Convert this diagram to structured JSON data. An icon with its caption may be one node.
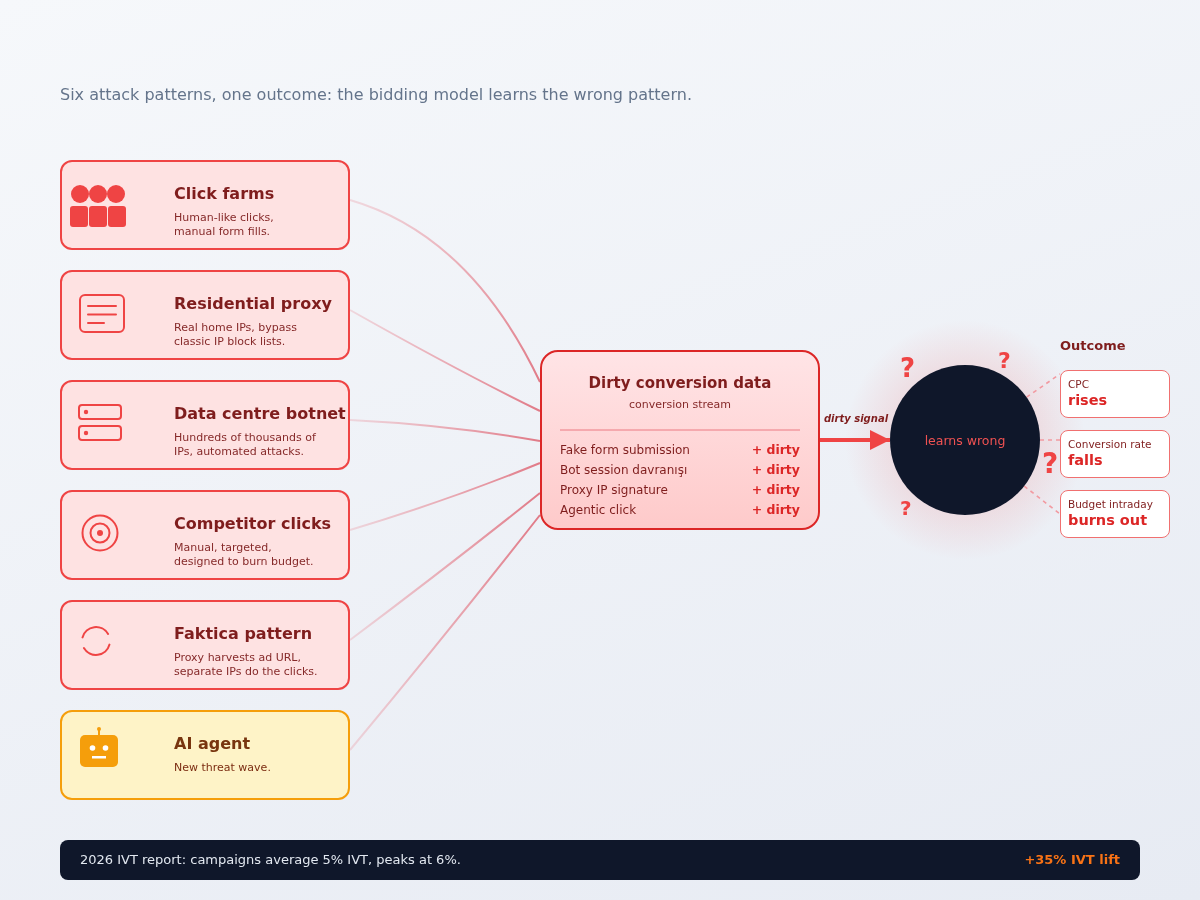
{
  "diagram": {
    "nodes": [
      {
        "text": [
          "Click farms",
          "Human-like clicks, manual form fills."
        ]
      },
      {
        "text": [
          "Residential proxy",
          "Real home IPs, bypass classic IP block lists."
        ]
      },
      {
        "text": [
          "Data centre botnet",
          "Hundreds of thousands of IPs, automated attacks."
        ]
      },
      {
        "text": [
          "Competitor clicks",
          "Manual, targeted, designed to burn budget."
        ]
      },
      {
        "text": [
          "Faktica pattern",
          "Proxy harvests ad URL, separate IPs do the clicks."
        ]
      },
      {
        "text": [
          "AI agent",
          "New threat wave."
        ]
      },
      {
        "text": [
          "Dirty conversion data",
          "conversion stream",
          "Fake form submission",
          "+ dirty",
          "Bot session davranışı",
          "+ dirty",
          "Proxy IP signature",
          "+ dirty",
          "Agentic click",
          "+ dirty"
        ]
      },
      {
        "text": [
          "learns wrong"
        ]
      },
      {
        "text": [
          "CPC",
          "rises"
        ]
      },
      {
        "text": [
          "Conversion rate",
          "falls"
        ]
      },
      {
        "text": [
          "Budget intraday",
          "burns out"
        ]
      },
      {
        "text": [
          "2026 IVT report: campaigns average 5% IVT, peaks at 6%.",
          "+35% IVT lift"
        ]
      }
    ],
    "edges": [
      {
        "from": 0,
        "to": 6,
        "arrow": "none"
      },
      {
        "from": 1,
        "to": 6,
        "arrow": "none"
      },
      {
        "from": 2,
        "to": 6,
        "arrow": "none"
      },
      {
        "from": 3,
        "to": 6,
        "arrow": "none"
      },
      {
        "from": 4,
        "to": 6,
        "arrow": "none"
      },
      {
        "from": 5,
        "to": 6,
        "arrow": "none"
      },
      {
        "from": 6,
        "to": 7,
        "arrow": "to",
        "label": "dirty signal",
        "style": "thick",
        "color": "#ef4444"
      },
      {
        "from": 7,
        "to": 8,
        "arrow": "none",
        "style": "dashed"
      },
      {
        "from": 7,
        "to": 9,
        "arrow": "none",
        "style": "dashed"
      },
      {
        "from": 7,
        "to": 10,
        "arrow": "none",
        "style": "dashed"
      }
    ],
    "labels": [
      "Six attack patterns, one outcome: the bidding model learns the wrong pattern.",
      "Outcome",
      "?",
      "?",
      "?",
      "?"
    ]
  }
}
